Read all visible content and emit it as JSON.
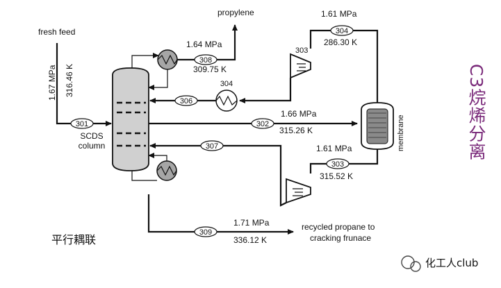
{
  "labels": {
    "fresh_feed": "fresh feed",
    "propylene": "propylene",
    "column_line1": "SCDS",
    "column_line2": "column",
    "membrane": "membrane",
    "recycled_line1": "recycled propane to",
    "recycled_line2": "cracking frunace",
    "chinese_caption": "平行耦联",
    "side_title": "C3烷烯分离",
    "watermark": "化工人club"
  },
  "streams": {
    "s301": "301",
    "s302": "302",
    "s303_valve": "303",
    "s303_stream": "303",
    "s304_stream": "304",
    "s304_valve": "304",
    "s306": "306",
    "s307": "307",
    "s308": "308",
    "s309": "309"
  },
  "conditions": {
    "feed_pressure": "1.67 MPa",
    "feed_temperature": "316.46 K",
    "top_pressure": "1.64 MPa",
    "top_temperature": "309.75 K",
    "comp_top_pressure": "1.61 MPa",
    "comp_top_temperature": "286.30 K",
    "s302_pressure": "1.66 MPa",
    "s302_temperature": "315.26 K",
    "comp_bottom_pressure": "1.61 MPa",
    "comp_bottom_temperature": "315.52 K",
    "s309_pressure": "1.71 MPa",
    "s309_temperature": "336.12 K"
  },
  "colors": {
    "line": "#111111",
    "equipment_fill": "#d0d0d0",
    "hx_fill": "#a6a6a6",
    "title_color": "#7a2a7a",
    "watermark_color": "#333333"
  }
}
